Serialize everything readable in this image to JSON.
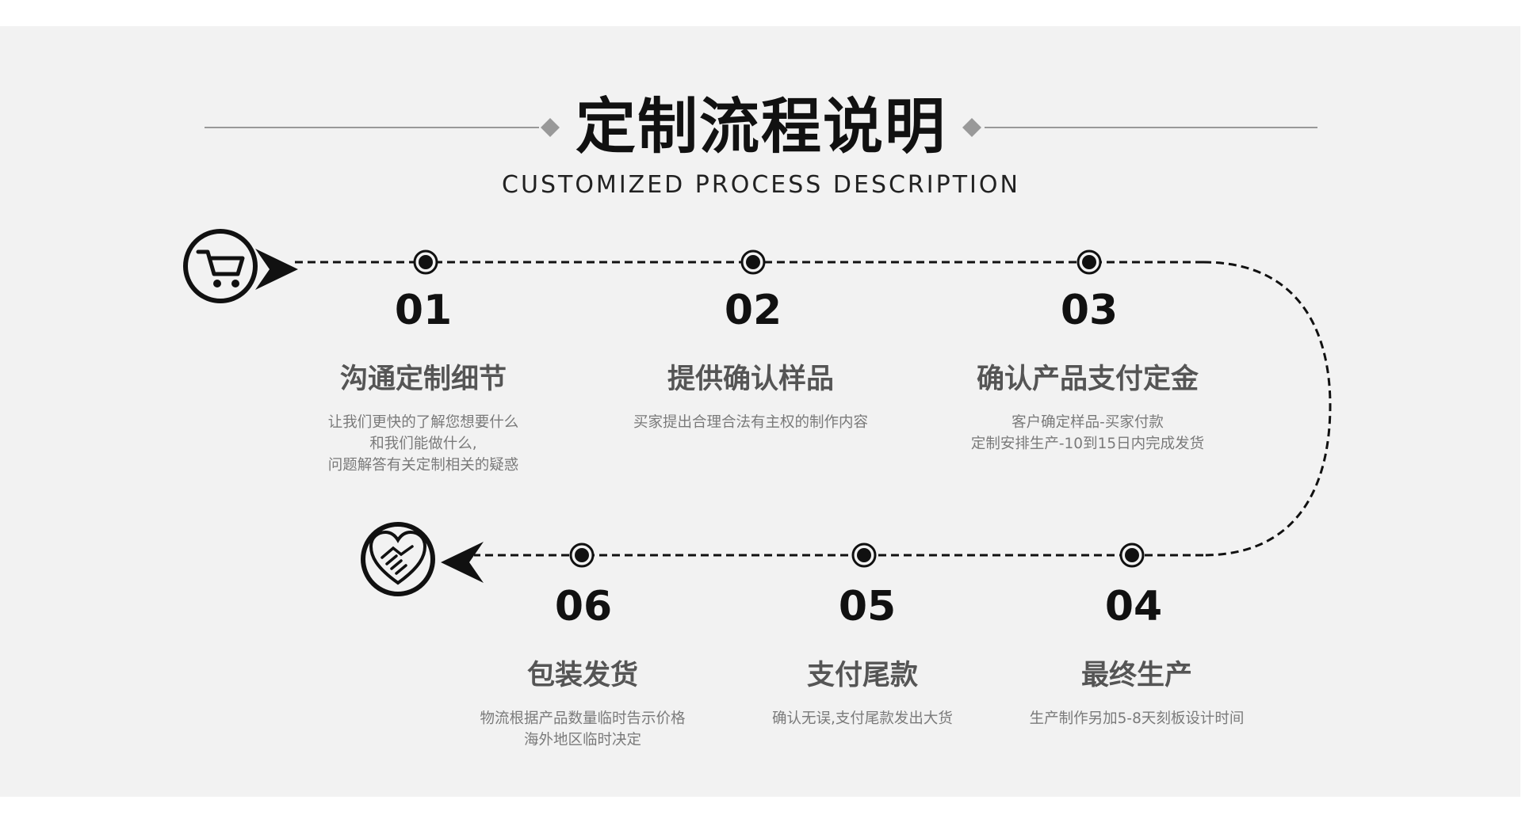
{
  "header": {
    "title": "定制流程说明",
    "subtitle": "CUSTOMIZED PROCESS DESCRIPTION"
  },
  "icons": {
    "start": "shopping-cart-icon",
    "end": "handshake-heart-icon"
  },
  "colors": {
    "panel": "#f2f2f2",
    "title": "#111111",
    "heading": "#555555",
    "description": "#7a7a7a",
    "rule": "#999999",
    "dashes": "#111111"
  },
  "steps": [
    {
      "number": "01",
      "title": "沟通定制细节",
      "lines": [
        "让我们更快的了解您想要什么",
        "和我们能做什么,",
        "问题解答有关定制相关的疑惑"
      ]
    },
    {
      "number": "02",
      "title": "提供确认样品",
      "lines": [
        "买家提出合理合法有主权的制作内容"
      ]
    },
    {
      "number": "03",
      "title": "确认产品支付定金",
      "lines": [
        "客户确定样品-买家付款",
        "定制安排生产-10到15日内完成发货"
      ]
    },
    {
      "number": "04",
      "title": "最终生产",
      "lines": [
        "生产制作另加5-8天刻板设计时间"
      ]
    },
    {
      "number": "05",
      "title": "支付尾款",
      "lines": [
        "确认无误,支付尾款发出大货"
      ]
    },
    {
      "number": "06",
      "title": "包装发货",
      "lines": [
        "物流根据产品数量临时告示价格",
        "海外地区临时决定"
      ]
    }
  ]
}
